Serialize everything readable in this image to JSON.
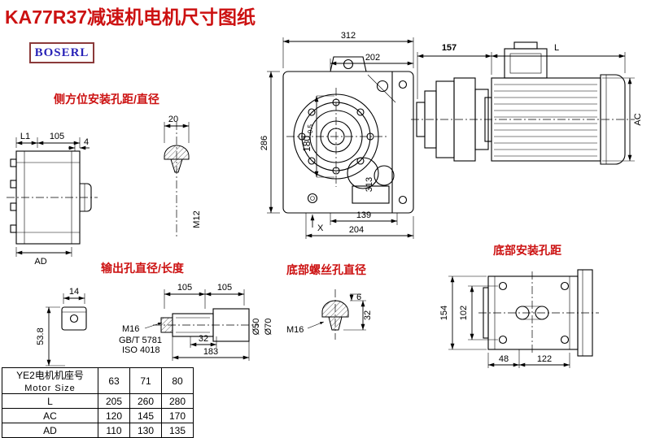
{
  "page": {
    "title": "KA77R37减速机电机尺寸图纸",
    "brand": "BOSERL"
  },
  "colors": {
    "accent_red": "#cc1111",
    "brand_blue": "#2a24b8",
    "line": "#000000"
  },
  "annotations": {
    "side_mount_label": "侧方位安装孔距/直径",
    "output_hole_label": "输出孔直径/长度",
    "bottom_screw_label": "底部螺丝孔直径",
    "bottom_mount_label": "底部安装孔距"
  },
  "main_view": {
    "width": "312",
    "inner_width": "202",
    "height": "286",
    "inner_height": "180",
    "inner_height_tol": "-0.5",
    "hole_label": "313",
    "bottom_inner": "139",
    "bottom_width": "204",
    "x_marker": "X"
  },
  "motor_view": {
    "flange_len": "157",
    "motor_len": "L",
    "motor_dia": "AC"
  },
  "left_view": {
    "l1": "L1",
    "width": "105",
    "plate": "4",
    "ad": "AD"
  },
  "side_bolt": {
    "head_width": "20",
    "thread": "M12"
  },
  "output_shaft": {
    "len_a": "105",
    "len_b": "105",
    "thread": "M16",
    "std1": "GB/T 5781",
    "std2": "ISO 4018",
    "len_32": "32",
    "len_total": "183",
    "dia_small": "Ø50",
    "dia_big": "Ø70"
  },
  "key_section": {
    "width": "14",
    "height": "53.8"
  },
  "bottom_bolt": {
    "thread": "M16",
    "head_h": "6",
    "len": "32"
  },
  "bottom_view": {
    "h_outer": "154",
    "h_inner": "102",
    "w_a": "48",
    "w_b": "122"
  },
  "table": {
    "header_cn": "YE2电机机座号",
    "header_en": "Motor Size",
    "sizes": [
      "63",
      "71",
      "80"
    ],
    "rows": [
      {
        "label": "L",
        "values": [
          "205",
          "260",
          "280"
        ]
      },
      {
        "label": "AC",
        "values": [
          "120",
          "145",
          "170"
        ]
      },
      {
        "label": "AD",
        "values": [
          "110",
          "130",
          "135"
        ]
      }
    ]
  }
}
